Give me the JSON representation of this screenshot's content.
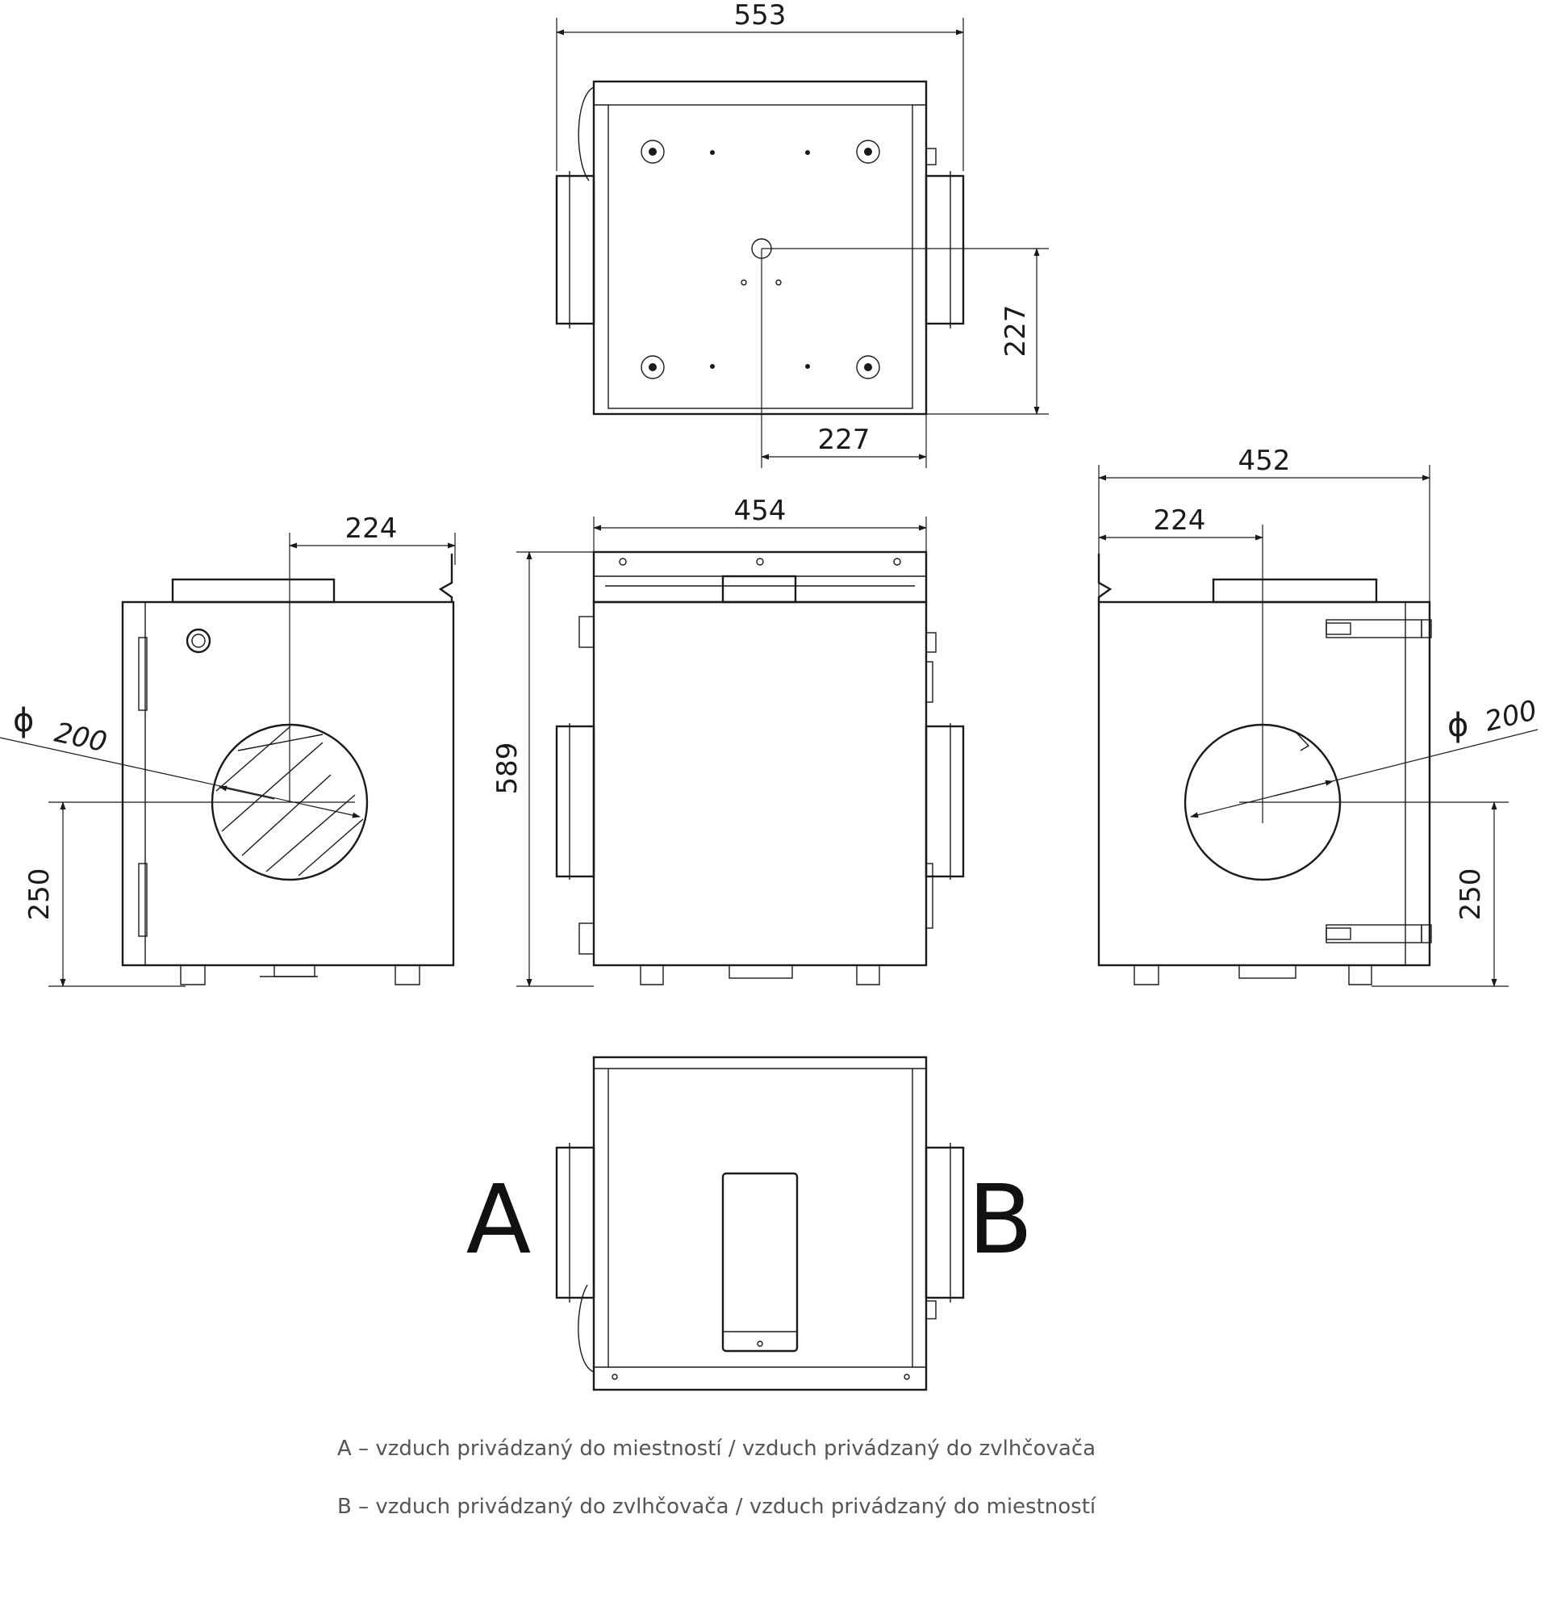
{
  "dimensions": {
    "top_width": "553",
    "top_outlet_offset_v": "227",
    "top_outlet_offset_h": "227",
    "left_width": "224",
    "left_diameter_symbol": "ϕ",
    "left_diameter": "200",
    "left_height": "250",
    "front_width": "454",
    "front_height": "589",
    "right_overall": "452",
    "right_width": "224",
    "right_diameter_symbol": "ϕ",
    "right_diameter": "200",
    "right_height": "250"
  },
  "ports": {
    "a": "A",
    "b": "B"
  },
  "legend": {
    "line_a": "A – vzduch privádzaný do miestností / vzduch privádzaný do zvlhčovača",
    "line_b": "B – vzduch privádzaný do zvlhčovača / vzduch privádzaný do miestností"
  }
}
